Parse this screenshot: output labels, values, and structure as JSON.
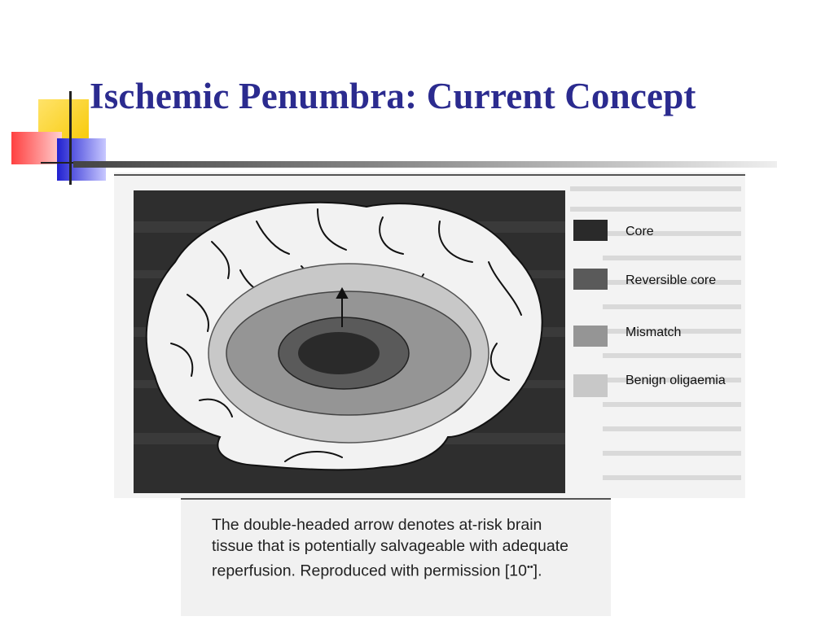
{
  "slide": {
    "title": "Ischemic Penumbra: Current Concept"
  },
  "legend": {
    "items": [
      {
        "label": "Core",
        "color": "#2a2a2a"
      },
      {
        "label": "Reversible core",
        "color": "#5a5a5a"
      },
      {
        "label": "Mismatch",
        "color": "#959595"
      },
      {
        "label": "Benign oligaemia",
        "color": "#c8c8c8"
      }
    ]
  },
  "caption": {
    "text": "The double-headed arrow denotes at-risk brain tissue that is potentially salvageable with adequate reperfusion. Reproduced with permission [10",
    "superscript": "••",
    "tail": "]."
  }
}
